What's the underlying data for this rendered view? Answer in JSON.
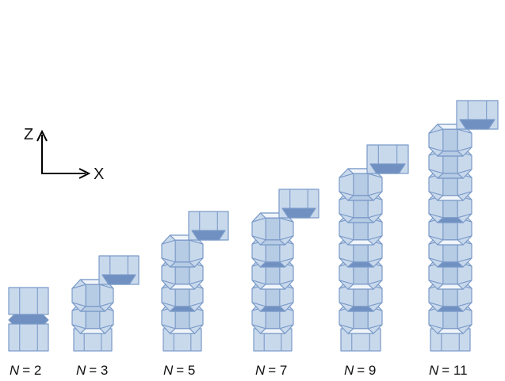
{
  "axes": {
    "vertical": "Z",
    "horizontal": "X"
  },
  "labels": [
    {
      "prefix": "N",
      "value": "= 2"
    },
    {
      "prefix": "N",
      "value": "= 3"
    },
    {
      "prefix": "N",
      "value": "= 5"
    },
    {
      "prefix": "N",
      "value": "= 7"
    },
    {
      "prefix": "N",
      "value": "= 9"
    },
    {
      "prefix": "N",
      "value": "= 11"
    }
  ],
  "colors": {
    "body": "#c9d9ec",
    "face": "#b6cbe4",
    "light": "#f1f5fa",
    "dark": "#6f90c1",
    "stroke": "#7a9ac8"
  }
}
